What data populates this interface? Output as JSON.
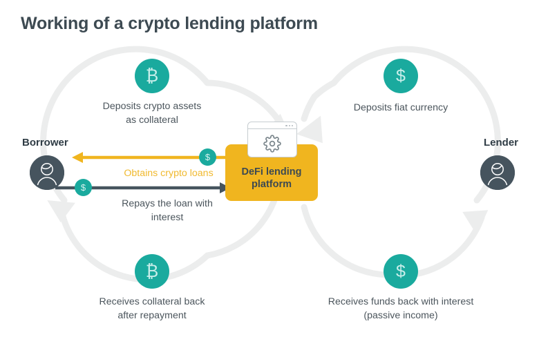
{
  "title": "Working of a crypto lending platform",
  "colors": {
    "teal": "#1aaa9e",
    "orange": "#f0b51f",
    "orange_text": "#f0b92e",
    "slate": "#46545e",
    "title_text": "#3d4a52",
    "body_text": "#4b555c",
    "arc_gray": "#eceded",
    "background": "#ffffff"
  },
  "actors": {
    "borrower": {
      "label": "Borrower",
      "icon": "person-avatar-icon"
    },
    "lender": {
      "label": "Lender",
      "icon": "person-avatar-icon"
    }
  },
  "platform": {
    "label": "DeFi lending\nplatform",
    "card_icon": "gear-icon",
    "card": "browser-window-card"
  },
  "steps": [
    {
      "id": "deposits-crypto-collateral",
      "text": "Deposits crypto assets\nas collateral",
      "icon": "bitcoin-icon",
      "icon_glyph": "₿",
      "side": "left",
      "position": "top"
    },
    {
      "id": "receives-collateral-back",
      "text": "Receives collateral back\nafter repayment",
      "icon": "bitcoin-icon",
      "icon_glyph": "₿",
      "side": "left",
      "position": "bottom"
    },
    {
      "id": "deposits-fiat-currency",
      "text": "Deposits fiat currency",
      "icon": "dollar-icon",
      "icon_glyph": "$",
      "side": "right",
      "position": "top"
    },
    {
      "id": "receives-funds-back",
      "text": "Receives funds back with interest\n(passive income)",
      "icon": "dollar-icon",
      "icon_glyph": "$",
      "side": "right",
      "position": "bottom"
    }
  ],
  "flows": [
    {
      "id": "obtains-crypto-loans",
      "text": "Obtains crypto loans",
      "color": "orange",
      "direction": "platform-to-borrower",
      "badge_icon": "dollar-icon",
      "badge_glyph": "$"
    },
    {
      "id": "repays-the-loan",
      "text": "Repays the loan with\ninterest",
      "color": "slate",
      "direction": "borrower-to-platform",
      "badge_icon": "dollar-icon",
      "badge_glyph": "$"
    }
  ]
}
